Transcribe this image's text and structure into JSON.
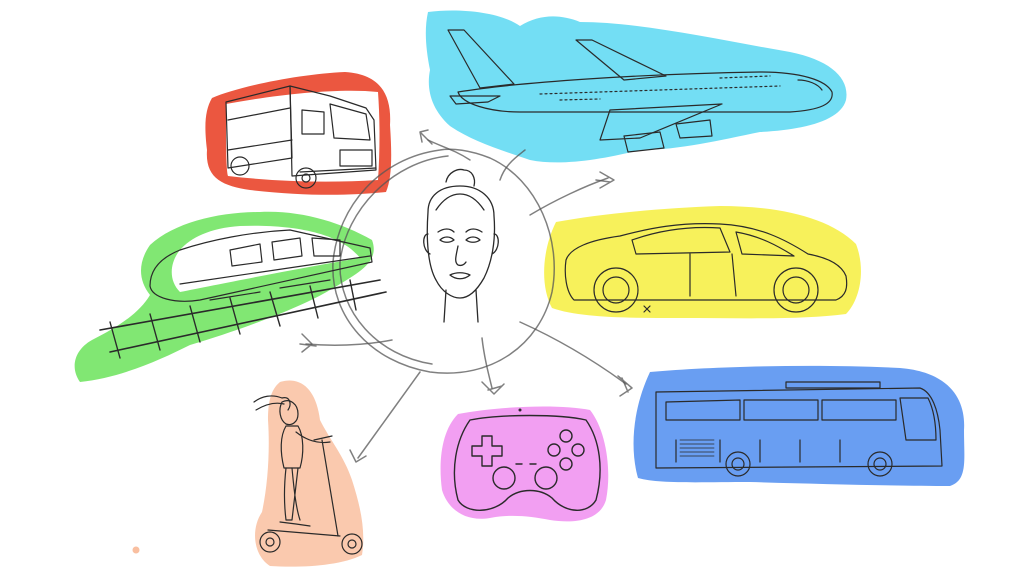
{
  "image": {
    "subjects": [
      "face-sketch",
      "truck",
      "airplane",
      "train",
      "car",
      "bus",
      "game-controller",
      "kick-scooter-rider"
    ],
    "highlight_colors": {
      "truck": "#e83a1f",
      "airplane": "#5ad8f2",
      "train": "#6be35a",
      "car": "#f6ef3e",
      "bus": "#4f8df0",
      "game_controller": "#f08ef0",
      "scooter": "#f9bfa0"
    }
  }
}
